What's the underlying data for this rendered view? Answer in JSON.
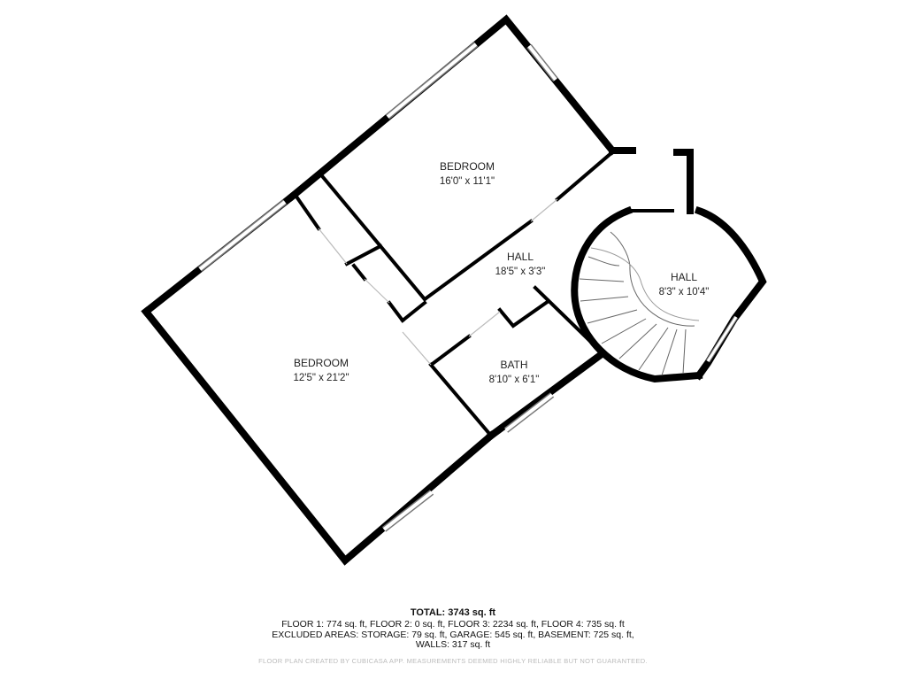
{
  "rooms": {
    "bedroom_top": {
      "name": "BEDROOM",
      "dims": "16'0\" x 11'1\""
    },
    "bedroom_left": {
      "name": "BEDROOM",
      "dims": "12'5\" x 21'2\""
    },
    "hall_center": {
      "name": "HALL",
      "dims": "18'5\" x 3'3\""
    },
    "hall_round": {
      "name": "HALL",
      "dims": "8'3\" x 10'4\""
    },
    "bath": {
      "name": "BATH",
      "dims": "8'10\" x 6'1\""
    }
  },
  "summary": {
    "total": "TOTAL: 3743 sq. ft",
    "line1": "FLOOR 1: 774 sq. ft, FLOOR 2: 0 sq. ft, FLOOR 3: 2234 sq. ft, FLOOR 4: 735 sq. ft",
    "line2": "EXCLUDED AREAS: STORAGE: 79 sq. ft, GARAGE: 545 sq. ft, BASEMENT: 725 sq. ft,",
    "line3": "WALLS: 317 sq. ft",
    "disclaimer": "FLOOR PLAN CREATED BY CUBICASA APP. MEASUREMENTS DEEMED HIGHLY RELIABLE BUT NOT GUARANTEED."
  }
}
